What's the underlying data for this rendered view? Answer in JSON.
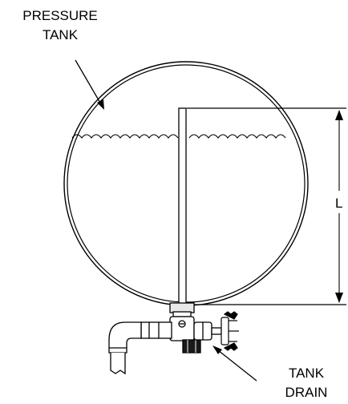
{
  "labels": {
    "pressure_tank": [
      "PRESSURE",
      "TANK"
    ],
    "level": "L",
    "tank_drain": [
      "TANK",
      "DRAIN"
    ]
  },
  "colors": {
    "line": "#000000",
    "shell_fill": "#f2f2f2",
    "background": "#ffffff"
  },
  "icons": {
    "tank": "pressure-tank-icon",
    "tube": "dip-tube-icon",
    "drain": "drain-valve-icon",
    "handwheel": "handwheel-icon"
  }
}
